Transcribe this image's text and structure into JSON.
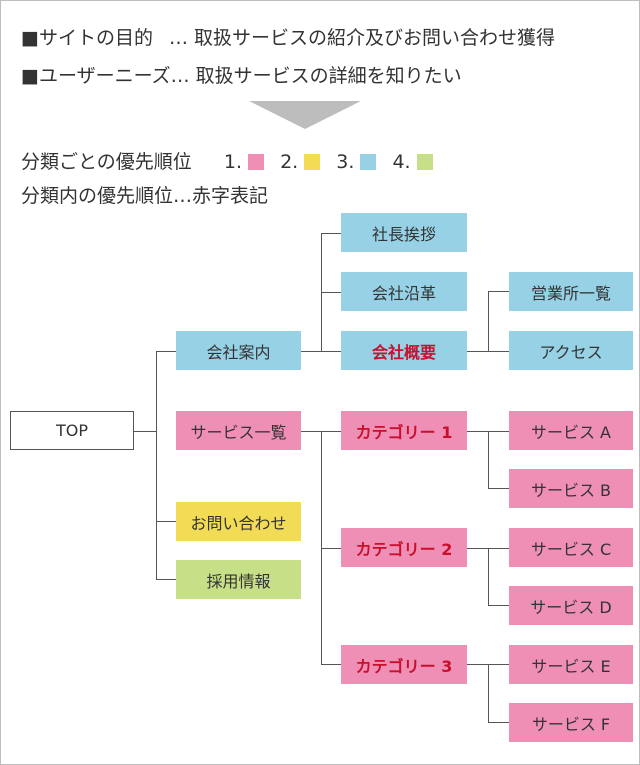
{
  "intro": {
    "line1_label": "■サイトの目的",
    "line1_text": "… 取扱サービスの紹介及びお問い合わせ獲得",
    "line2_text": "■ユーザーニーズ… 取扱サービスの詳細を知りたい"
  },
  "legend": {
    "label": "分類ごとの優先順位",
    "items": [
      {
        "label": "1.",
        "color": "#ef8fb5"
      },
      {
        "label": "2.",
        "color": "#f3dc55"
      },
      {
        "label": "3.",
        "color": "#96d1e5"
      },
      {
        "label": "4.",
        "color": "#c7df87"
      }
    ],
    "note": "分類内の優先順位…赤字表記"
  },
  "tree": {
    "top": "TOP",
    "level1": {
      "company": "会社案内",
      "services": "サービス一覧",
      "contact": "お問い合わせ",
      "recruit": "採用情報"
    },
    "company_children": {
      "greeting": "社長挨拶",
      "history": "会社沿革",
      "overview": "会社概要"
    },
    "overview_children": {
      "offices": "営業所一覧",
      "access": "アクセス"
    },
    "categories": {
      "cat1": "カテゴリー 1",
      "cat2": "カテゴリー 2",
      "cat3": "カテゴリー 3"
    },
    "services": {
      "a": "サービス A",
      "b": "サービス B",
      "c": "サービス C",
      "d": "サービス D",
      "e": "サービス E",
      "f": "サービス F"
    }
  },
  "colors": {
    "priority1_pink": "#ef8fb5",
    "priority2_yellow": "#f3dc55",
    "priority3_blue": "#96d1e5",
    "priority4_green": "#c7df87",
    "highlight_red": "#c8102e"
  }
}
